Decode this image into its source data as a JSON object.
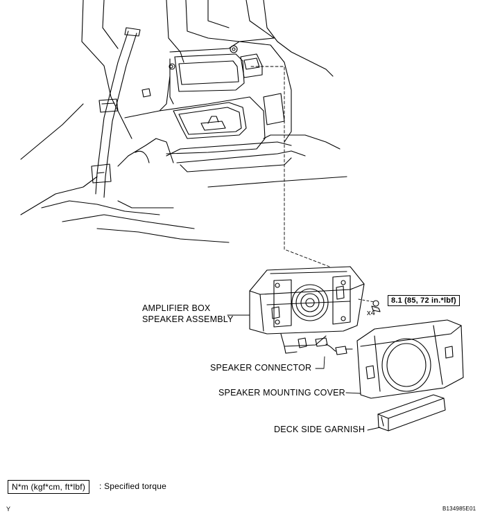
{
  "labels": {
    "amplifier_line1": "AMPLIFIER BOX",
    "amplifier_line2": "SPEAKER ASSEMBLY",
    "speaker_connector": "SPEAKER CONNECTOR",
    "mounting_cover": "SPEAKER MOUNTING COVER",
    "garnish": "DECK SIDE GARNISH",
    "torque_value": "8.1 (85, 72 in.*lbf)",
    "qty": "x4"
  },
  "legend": {
    "unit_box": "N*m (kgf*cm, ft*lbf)",
    "text": ": Specified torque"
  },
  "footer": {
    "left_code": "Y",
    "figure_id": "B134985E01"
  }
}
